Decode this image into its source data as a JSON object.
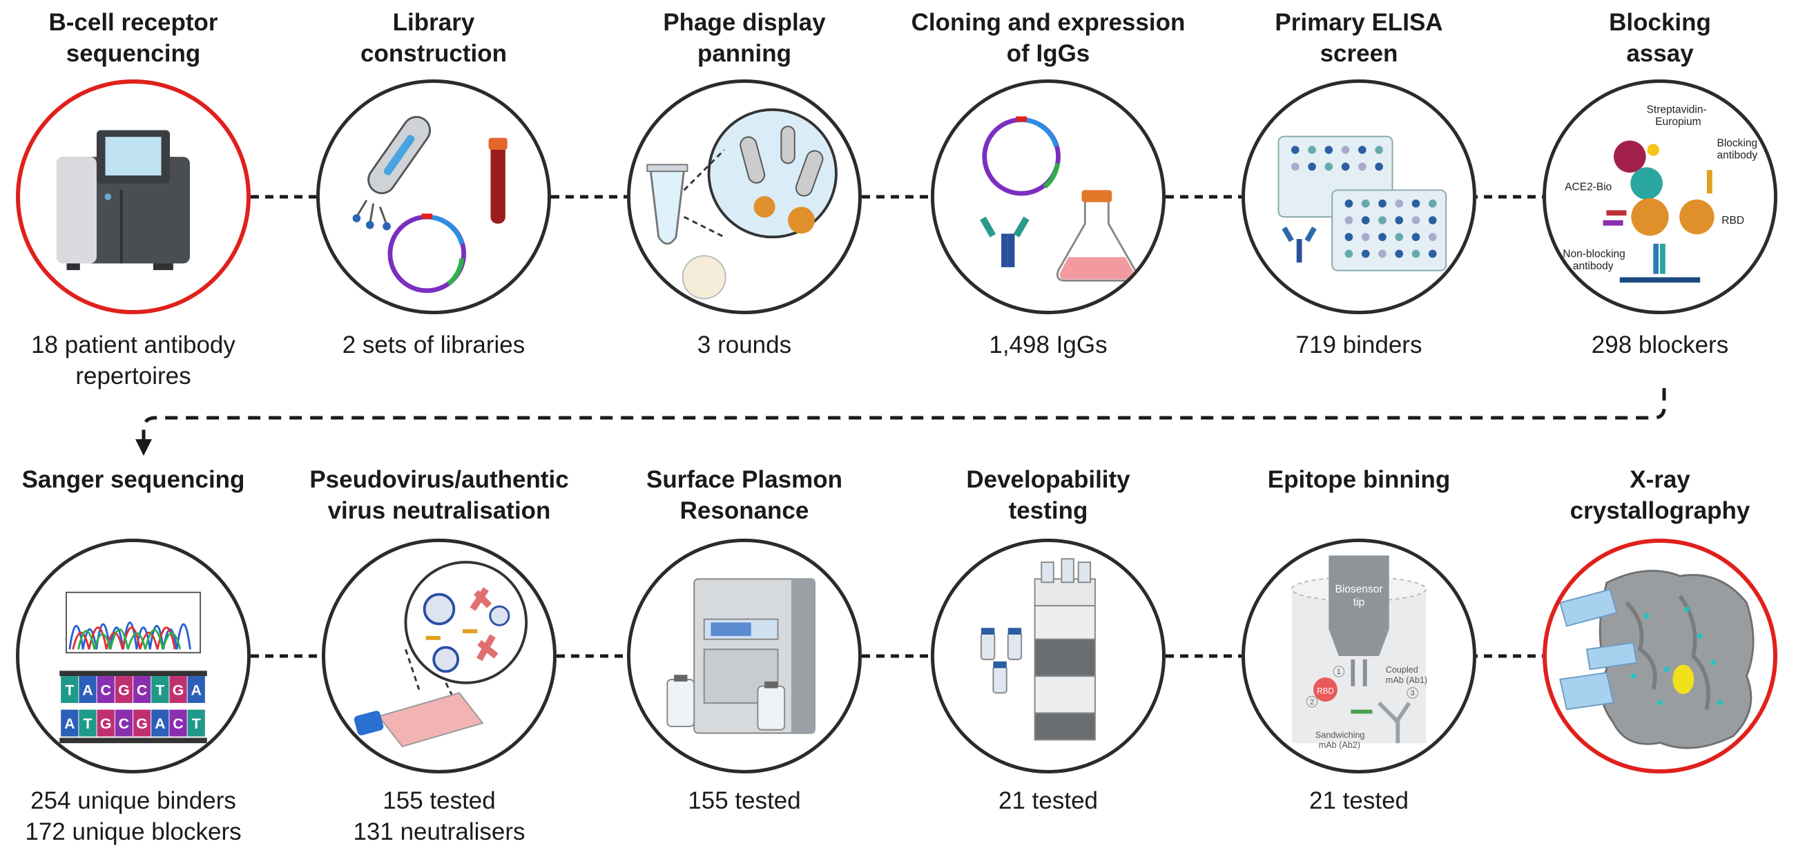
{
  "row1": [
    {
      "title": [
        "B-cell receptor",
        "sequencing"
      ],
      "desc": [
        "18 patient antibody",
        "repertoires"
      ],
      "highlight": true,
      "icon": "sequencer-machine-icon"
    },
    {
      "title": [
        "Library",
        "construction"
      ],
      "desc": [
        "2 sets of libraries"
      ],
      "highlight": false,
      "icon": "phage-plasmid-tube-icon"
    },
    {
      "title": [
        "Phage display",
        "panning"
      ],
      "desc": [
        "3 rounds"
      ],
      "highlight": false,
      "icon": "phage-panning-icon"
    },
    {
      "title": [
        "Cloning and expression",
        "of IgGs"
      ],
      "desc": [
        "1,498 IgGs"
      ],
      "highlight": false,
      "icon": "plasmid-antibody-flask-icon"
    },
    {
      "title": [
        "Primary ELISA",
        "screen"
      ],
      "desc": [
        "719 binders"
      ],
      "highlight": false,
      "icon": "elisa-plate-icon"
    },
    {
      "title": [
        "Blocking",
        "assay"
      ],
      "desc": [
        "298 blockers"
      ],
      "highlight": false,
      "icon": "blocking-assay-icon",
      "labels": [
        "Streptavidin-",
        "Europium",
        "Blocking",
        "antibody",
        "ACE2-Bio",
        "RBD",
        "Non-blocking",
        "antibody"
      ]
    }
  ],
  "row2": [
    {
      "title": [
        "Sanger sequencing"
      ],
      "desc": [
        "254 unique binders",
        "172 unique blockers"
      ],
      "highlight": false,
      "icon": "chromatogram-icon",
      "bases_top": [
        "T",
        "A",
        "C",
        "G",
        "C",
        "T",
        "G",
        "A"
      ],
      "bases_bottom": [
        "A",
        "T",
        "G",
        "C",
        "G",
        "A",
        "C",
        "T"
      ]
    },
    {
      "title": [
        "Pseudovirus/authentic",
        "virus neutralisation"
      ],
      "desc": [
        "155 tested",
        "131 neutralisers"
      ],
      "highlight": false,
      "icon": "virus-flask-icon"
    },
    {
      "title": [
        "Surface Plasmon",
        "Resonance"
      ],
      "desc": [
        "155 tested"
      ],
      "highlight": false,
      "icon": "spr-instrument-icon"
    },
    {
      "title": [
        "Developability",
        "testing"
      ],
      "desc": [
        "21 tested"
      ],
      "highlight": false,
      "icon": "hplc-instrument-icon"
    },
    {
      "title": [
        "Epitope binning"
      ],
      "desc": [
        "21 tested"
      ],
      "highlight": false,
      "icon": "biosensor-tip-icon",
      "labels": [
        "Biosensor",
        "tip",
        "Coupled",
        "mAb (Ab1)",
        "RBD",
        "Sandwiching",
        "mAb (Ab2)",
        "1",
        "2",
        "3"
      ]
    },
    {
      "title": [
        "X-ray",
        "crystallography"
      ],
      "desc": [],
      "highlight": true,
      "icon": "protein-structure-icon"
    }
  ],
  "colors": {
    "highlight": "#e0201c",
    "outline": "#2b2b2b",
    "connector": "#1a1a1a"
  }
}
